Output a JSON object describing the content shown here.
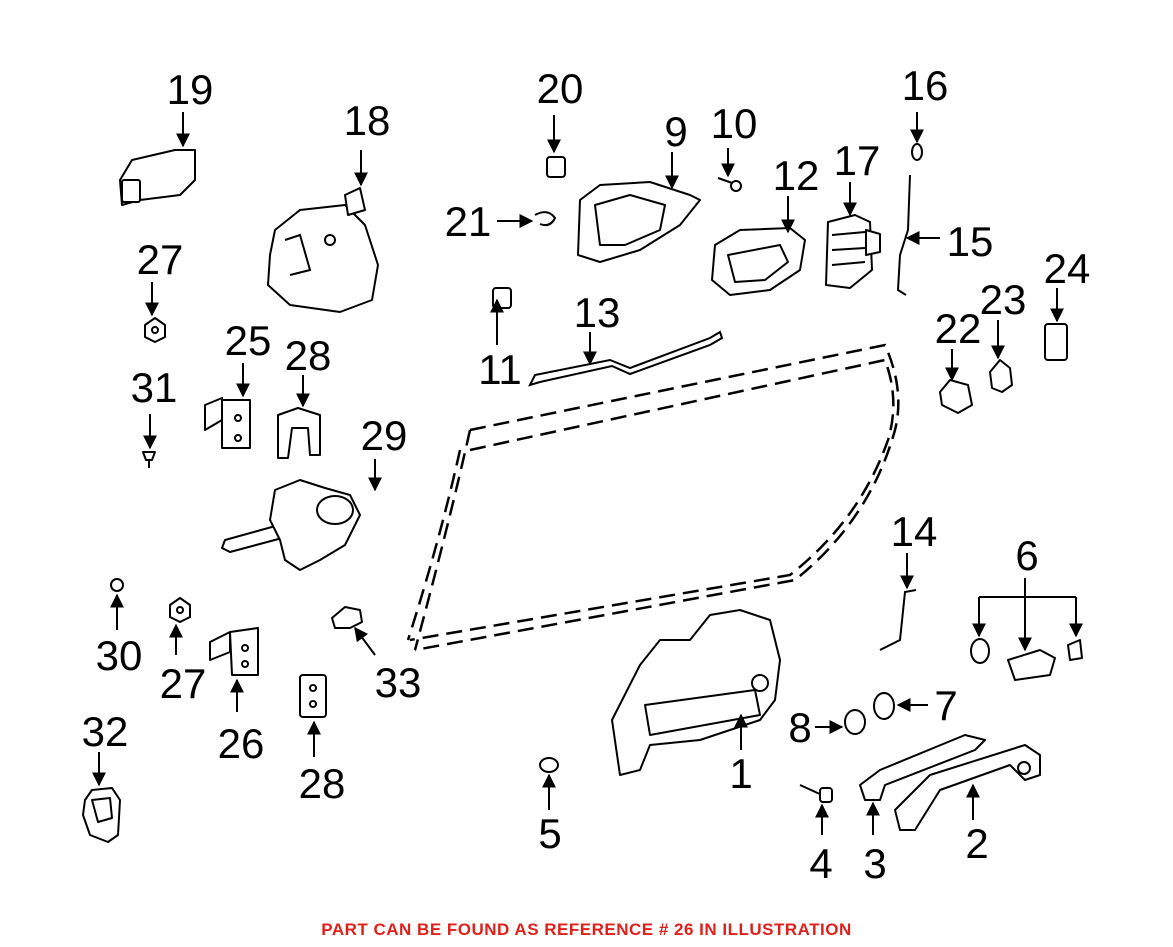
{
  "labels": {
    "l1": "1",
    "l2": "2",
    "l3": "3",
    "l4": "4",
    "l5": "5",
    "l6": "6",
    "l7": "7",
    "l8": "8",
    "l9": "9",
    "l10": "10",
    "l11": "11",
    "l12": "12",
    "l13": "13",
    "l14": "14",
    "l15": "15",
    "l16": "16",
    "l17": "17",
    "l18": "18",
    "l19": "19",
    "l20": "20",
    "l21": "21",
    "l22": "22",
    "l23": "23",
    "l24": "24",
    "l25": "25",
    "l26": "26",
    "l27a": "27",
    "l27b": "27",
    "l28a": "28",
    "l28b": "28",
    "l29": "29",
    "l30": "30",
    "l31": "31",
    "l32": "32",
    "l33": "33"
  },
  "footer": {
    "note": "PART CAN BE FOUND AS REFERENCE # 26 IN ILLUSTRATION",
    "color": "#e0201b"
  }
}
